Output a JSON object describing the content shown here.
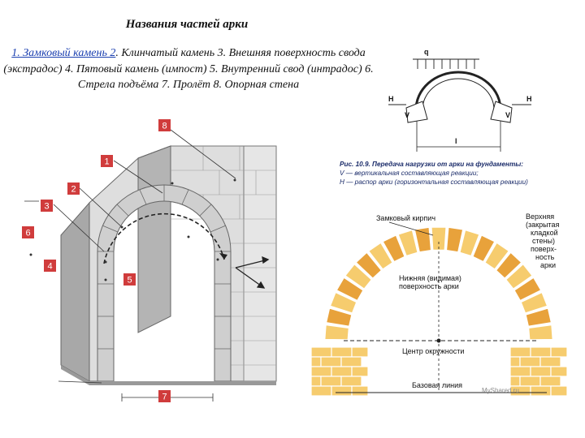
{
  "title": "Названия частей арки",
  "description": {
    "item1": "1. Замковый камень 2",
    "rest": ". Клинчатый камень 3. Внешняя поверхность свода (экстрадос) 4. Пятовый камень (импост) 5. Внутренний свод (интрадос) 6. Стрела подъёма 7. Пролёт 8. Опорная стена"
  },
  "markers": [
    "8",
    "1",
    "2",
    "3",
    "6",
    "4",
    "5",
    "7"
  ],
  "force_diagram": {
    "load": "q",
    "thrust": "H",
    "vertical": "V",
    "span": "l"
  },
  "force_caption": {
    "line1": "Рис. 10.9. Передача нагрузки от арки на фундаменты:",
    "line2": "V — вертикальная составляющая реакции;",
    "line3": "H — распор арки (горизонтальная составляющая реакции)"
  },
  "brick_diagram": {
    "keystone": "Замковый кирпич",
    "top_surface": [
      "Верхняя",
      "(закрытая",
      "кладкой",
      "стены)",
      "поверх-",
      "ность",
      "арки"
    ],
    "lower_surface": [
      "Нижняя (видимая)",
      "поверхность арки"
    ],
    "circle_center": "Центр окружности",
    "base_line": "Базовая линия",
    "watermark": "MyShared.ru"
  },
  "colors": {
    "brick_light": "#f6cc6e",
    "brick_dark": "#e8a23b",
    "badge": "#d03c3c",
    "stone_front": "#dcdcdc",
    "stone_side": "#a8a8a8"
  }
}
